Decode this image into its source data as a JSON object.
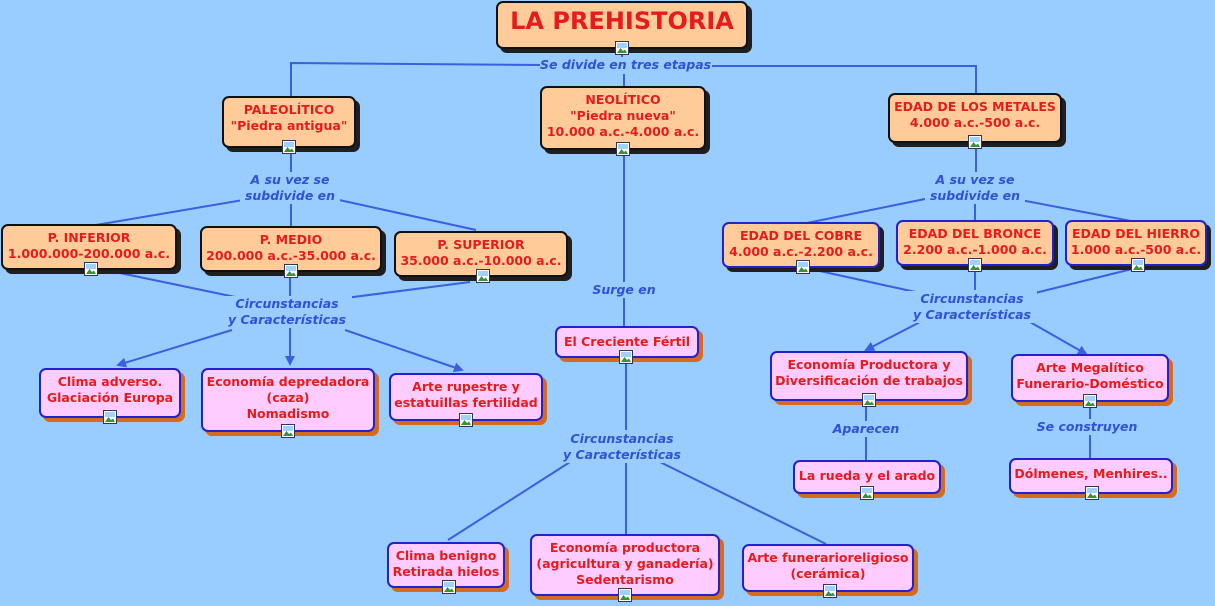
{
  "colors": {
    "background": "#99ccff",
    "orange_node": "#ffcc99",
    "pink_node": "#ffccff",
    "node_text": "#e61b1b",
    "link_label": "#2f52d6",
    "link_line": "#3a5fe0"
  },
  "icon": "image-icon",
  "title": "LA PREHISTORIA",
  "links": {
    "divide": "Se divide en tres etapas",
    "subdivide_left": [
      "A su vez se",
      "subdivide en"
    ],
    "subdivide_right": [
      "A su vez se",
      "subdivide en"
    ],
    "surge": "Surge en",
    "circ_left": [
      "Circunstancias",
      "y Características"
    ],
    "circ_center": [
      "Circunstancias",
      "y Características"
    ],
    "circ_right": [
      "Circunstancias",
      "y Características"
    ],
    "aparecen": "Aparecen",
    "construyen": "Se construyen"
  },
  "nodes": {
    "paleolitico": [
      "PALEOLÍTICO",
      "\"Piedra antigua\""
    ],
    "neolitico": [
      "NEOLÍTICO",
      "\"Piedra nueva\"",
      "10.000 a.c.-4.000 a.c."
    ],
    "metales": [
      "EDAD DE LOS METALES",
      "4.000 a.c.-500 a.c."
    ],
    "p_inferior": [
      "P. INFERIOR",
      "1.000.000-200.000 a.c."
    ],
    "p_medio": [
      "P. MEDIO",
      "200.000 a.c.-35.000 a.c."
    ],
    "p_superior": [
      "P. SUPERIOR",
      "35.000 a.c.-10.000 a.c."
    ],
    "cobre": [
      "EDAD DEL COBRE",
      "4.000 a.c.-2.200 a.c."
    ],
    "bronce": [
      "EDAD DEL BRONCE",
      "2.200 a.c.-1.000 a.c."
    ],
    "hierro": [
      "EDAD DEL HIERRO",
      "1.000 a.c.-500 a.c."
    ],
    "creciente": [
      "El Creciente Fértil"
    ],
    "clima_adverso": [
      "Clima adverso.",
      "Glaciación Europa"
    ],
    "economia_depredadora": [
      "Economía depredadora",
      "(caza)",
      "Nomadismo"
    ],
    "arte_rupestre": [
      "Arte rupestre y",
      "estatuillas fertilidad"
    ],
    "economia_productora_metales": [
      "Economía Productora y",
      "Diversificación de trabajos"
    ],
    "arte_megalitico": [
      "Arte Megalítico",
      "Funerario-Doméstico"
    ],
    "rueda": [
      "La rueda y el arado"
    ],
    "dolmenes": [
      "Dólmenes, Menhires.."
    ],
    "clima_benigno": [
      "Clima benigno",
      "Retirada hielos"
    ],
    "economia_productora_neo": [
      "Economía productora",
      "(agricultura y ganadería)",
      "Sedentarismo"
    ],
    "arte_funerario": [
      "Arte funerarioreligioso",
      "(cerámica)"
    ]
  }
}
